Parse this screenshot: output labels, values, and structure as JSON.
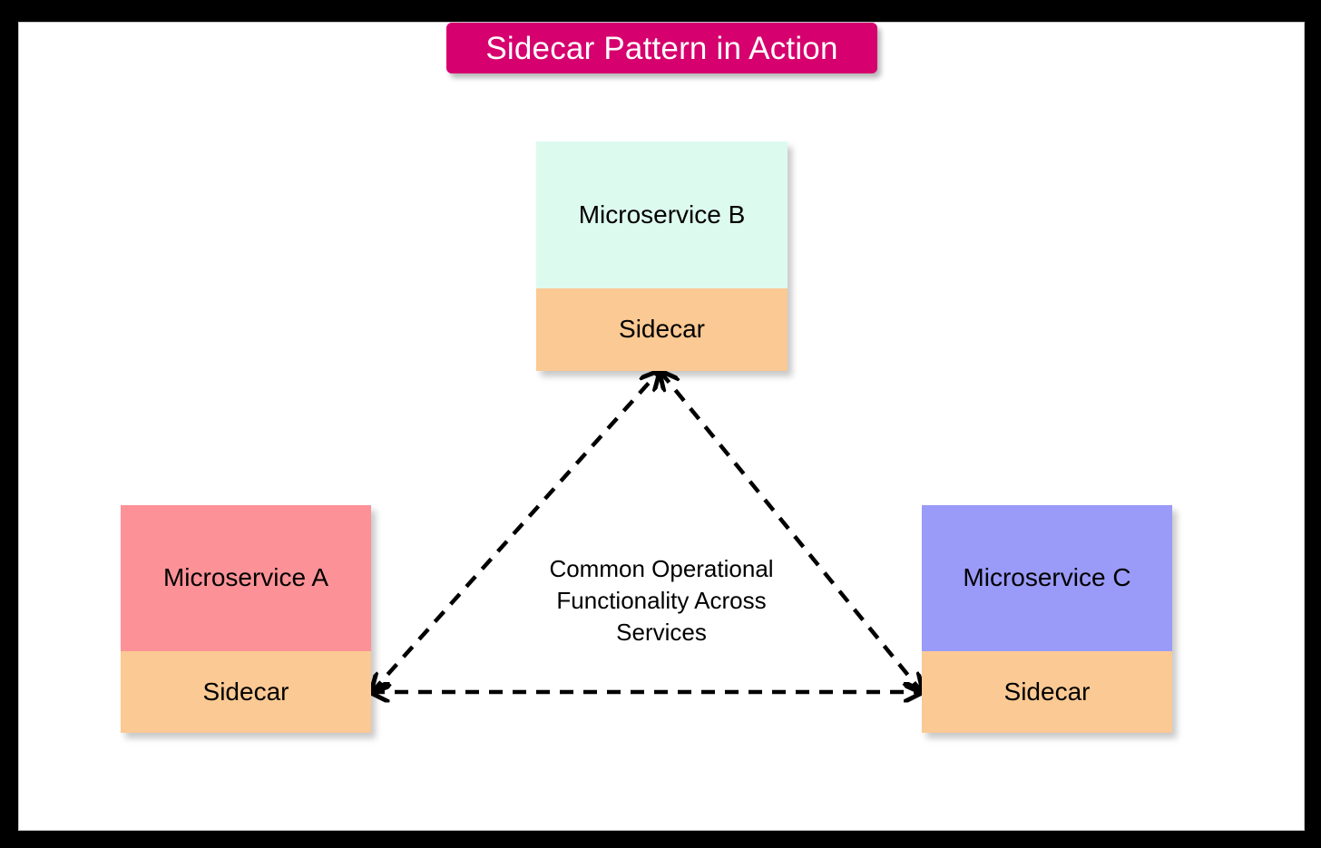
{
  "frame": {
    "outer_background": "#000000",
    "canvas_background": "#ffffff"
  },
  "title": {
    "text": "Sidecar Pattern in Action",
    "background_color": "#D6006E",
    "text_color": "#ffffff"
  },
  "diagram": {
    "type": "sidecar-pattern",
    "sidecar_color": "#FBC993",
    "connector_style": "dashed",
    "connector_color": "#000000",
    "nodes": [
      {
        "id": "microservice-b",
        "service_label": "Microservice B",
        "sidecar_label": "Sidecar",
        "service_color": "#DDFAEF",
        "sidecar_color": "#FBC993",
        "position": "top-center"
      },
      {
        "id": "microservice-a",
        "service_label": "Microservice A",
        "sidecar_label": "Sidecar",
        "service_color": "#FC9297",
        "sidecar_color": "#FBC993",
        "position": "bottom-left"
      },
      {
        "id": "microservice-c",
        "service_label": "Microservice C",
        "sidecar_label": "Sidecar",
        "service_color": "#9A9AF8",
        "sidecar_color": "#FBC993",
        "position": "bottom-right"
      }
    ],
    "center_caption": {
      "lines": [
        "Common Operational",
        "Functionality Across",
        "Services"
      ],
      "full_text": "Common Operational Functionality Across Services"
    },
    "connections": [
      {
        "from": "microservice-a-sidecar",
        "to": "microservice-b-sidecar",
        "style": "dashed",
        "arrow": "both"
      },
      {
        "from": "microservice-b-sidecar",
        "to": "microservice-c-sidecar",
        "style": "dashed",
        "arrow": "both"
      },
      {
        "from": "microservice-a-sidecar",
        "to": "microservice-c-sidecar",
        "style": "dashed",
        "arrow": "both"
      }
    ]
  }
}
